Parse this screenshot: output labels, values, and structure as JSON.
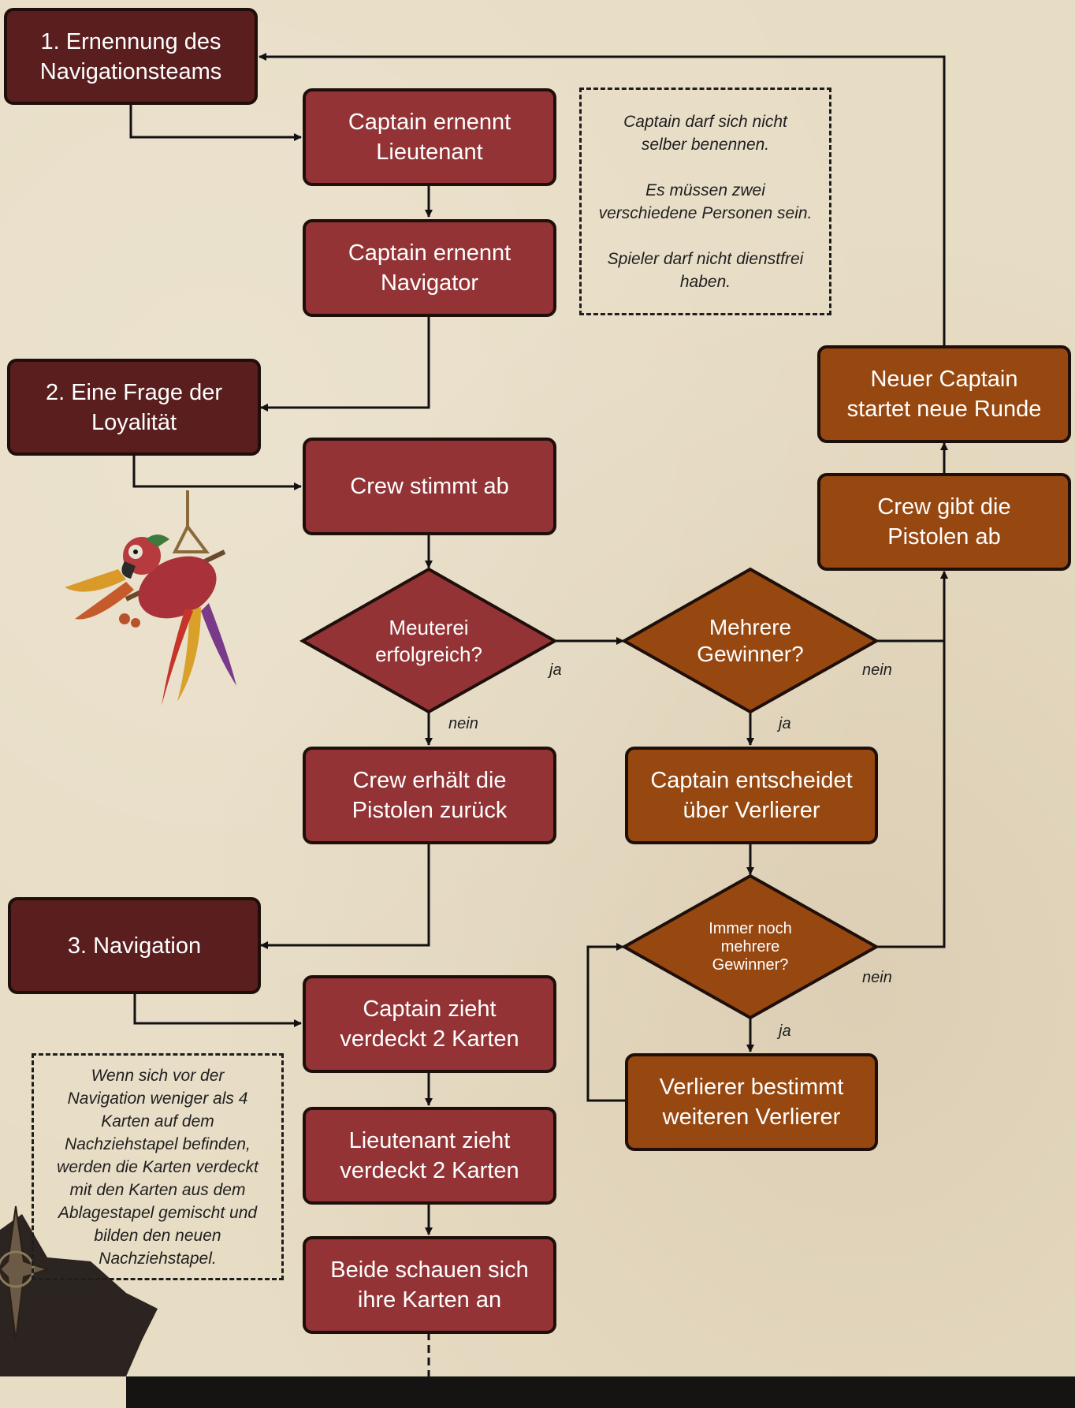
{
  "sections": {
    "s1": "1. Ernennung des\nNavigationsteams",
    "s2": "2. Eine Frage der\nLoyalität",
    "s3": "3. Navigation"
  },
  "steps": {
    "lieutenant": "Captain ernennt\nLieutenant",
    "navigator": "Captain ernennt\nNavigator",
    "vote": "Crew stimmt ab",
    "return_pistols": "Crew erhält die\nPistolen zurück",
    "captain_draws": "Captain zieht\nverdeckt 2 Karten",
    "lieutenant_draws": "Lieutenant zieht\nverdeckt 2 Karten",
    "look_cards": "Beide schauen sich\nihre Karten an",
    "new_captain": "Neuer Captain\nstartet neue Runde",
    "give_pistols": "Crew gibt die\nPistolen ab",
    "captain_decides": "Captain entscheidet\nüber Verlierer",
    "loser_picks": "Verlierer bestimmt\nweiteren Verlierer"
  },
  "decisions": {
    "mutiny": "Meuterei\nerfolgreich?",
    "multiple_winners": "Mehrere\nGewinner?",
    "still_multiple": "Immer noch\nmehrere\nGewinner?"
  },
  "edge_labels": {
    "yes": "ja",
    "no": "nein"
  },
  "notes": {
    "rule_note": "Captain darf sich nicht\nselber benennen.\n\nEs müssen zwei\nverschiedene Personen sein.\n\nSpieler darf nicht dienstfrei\nhaben.",
    "deck_note": "Wenn sich vor der\nNavigation weniger als 4\nKarten auf dem\nNachziehstapel befinden,\nwerden die Karten verdeckt\nmit den Karten aus dem\nAblagestapel gemischt und\nbilden den neuen\nNachziehstapel."
  },
  "colors": {
    "section_fill": "#5a1e1e",
    "step_fill": "#933335",
    "alt_fill": "#974710",
    "outline": "#1e0f0a",
    "background": "#e7dcc4"
  },
  "icons": [
    "parrot-illustration",
    "compass-rose-illustration"
  ]
}
